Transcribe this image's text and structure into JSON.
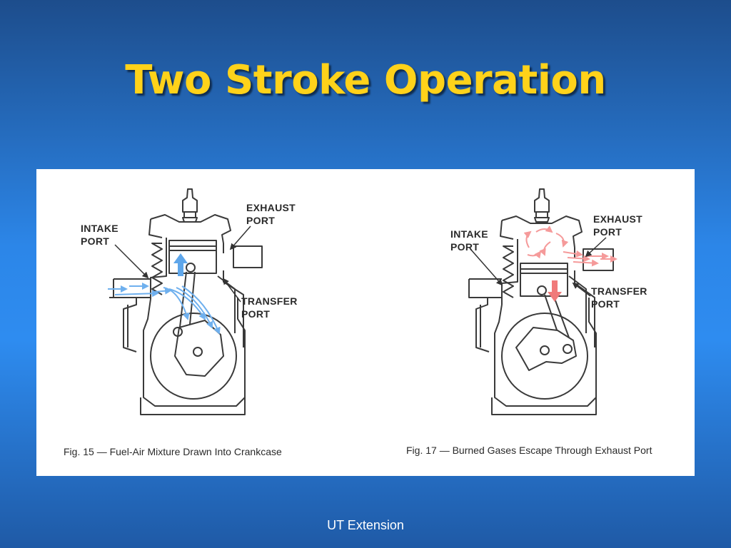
{
  "slide": {
    "title": "Two Stroke Operation",
    "footer": "UT Extension"
  },
  "figures": [
    {
      "labels": {
        "exhaust_port": "EXHAUST\nPORT",
        "intake_port": "INTAKE\nPORT",
        "transfer_port": "TRANSFER\nPORT"
      },
      "caption": "Fig. 15 — Fuel-Air Mixture Drawn Into Crankcase",
      "flow_color": "#6fb0ee",
      "piston_direction": "up"
    },
    {
      "labels": {
        "exhaust_port": "EXHAUST\nPORT",
        "intake_port": "INTAKE\nPORT",
        "transfer_port": "TRANSFER\nPORT"
      },
      "caption": "Fig. 17 — Burned Gases Escape Through Exhaust Port",
      "flow_color": "#f59a9a",
      "piston_direction": "down"
    }
  ],
  "colors": {
    "title": "#ffd21a",
    "line": "#3a3a3a"
  }
}
